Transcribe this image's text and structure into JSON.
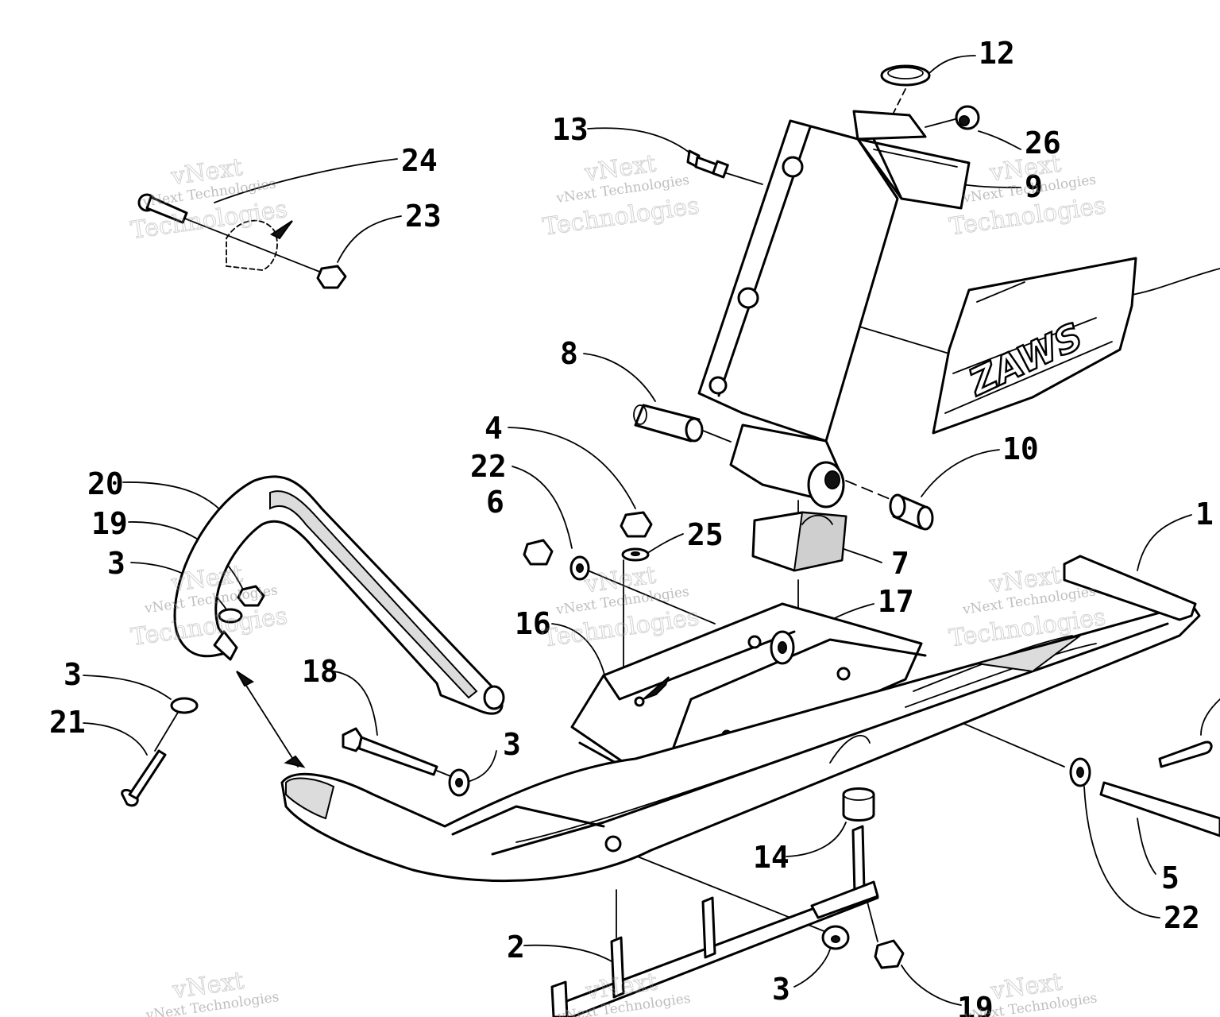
{
  "callouts": [
    {
      "id": "12",
      "text": "12"
    },
    {
      "id": "13",
      "text": "13"
    },
    {
      "id": "26",
      "text": "26"
    },
    {
      "id": "24",
      "text": "24"
    },
    {
      "id": "9",
      "text": "9"
    },
    {
      "id": "23",
      "text": "23"
    },
    {
      "id": "8",
      "text": "8"
    },
    {
      "id": "4",
      "text": "4"
    },
    {
      "id": "10",
      "text": "10"
    },
    {
      "id": "22a",
      "text": "22"
    },
    {
      "id": "20",
      "text": "20"
    },
    {
      "id": "6",
      "text": "6"
    },
    {
      "id": "1",
      "text": "1"
    },
    {
      "id": "25",
      "text": "25"
    },
    {
      "id": "19a",
      "text": "19"
    },
    {
      "id": "7",
      "text": "7"
    },
    {
      "id": "3a",
      "text": "3"
    },
    {
      "id": "17",
      "text": "17"
    },
    {
      "id": "16",
      "text": "16"
    },
    {
      "id": "18",
      "text": "18"
    },
    {
      "id": "3b",
      "text": "3"
    },
    {
      "id": "21",
      "text": "21"
    },
    {
      "id": "3c",
      "text": "3"
    },
    {
      "id": "14",
      "text": "14"
    },
    {
      "id": "5",
      "text": "5"
    },
    {
      "id": "22b",
      "text": "22"
    },
    {
      "id": "2",
      "text": "2"
    },
    {
      "id": "3d",
      "text": "3"
    },
    {
      "id": "19b",
      "text": "19"
    }
  ],
  "decal": {
    "text": "ZAWS"
  },
  "watermark": {
    "line1": "vNext",
    "line2": "vNext Technologies",
    "line3": "Technologies"
  }
}
